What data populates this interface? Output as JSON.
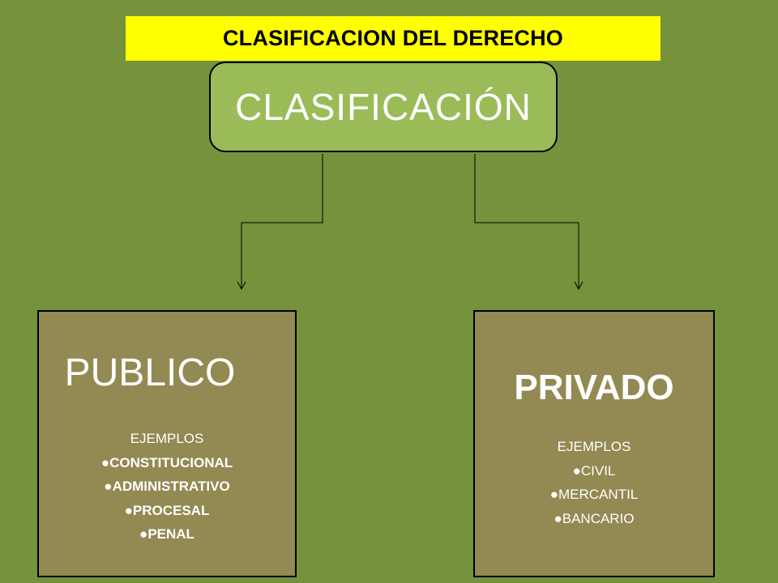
{
  "title": "CLASIFICACION DEL DERECHO",
  "root": {
    "label": "CLASIFICACIÓN"
  },
  "colors": {
    "background": "#76923c",
    "title_bar": "#ffff00",
    "root_box": "#9bbb59",
    "child_box": "#938953",
    "text": "#ffffff"
  },
  "children": [
    {
      "label": "PUBLICO",
      "examples_heading": "EJEMPLOS",
      "items": [
        "●CONSTITUCIONAL",
        "●ADMINISTRATIVO",
        "●PROCESAL",
        "●PENAL"
      ]
    },
    {
      "label": "PRIVADO",
      "examples_heading": "EJEMPLOS",
      "items": [
        "●CIVIL",
        "●MERCANTIL",
        "●BANCARIO"
      ]
    }
  ]
}
